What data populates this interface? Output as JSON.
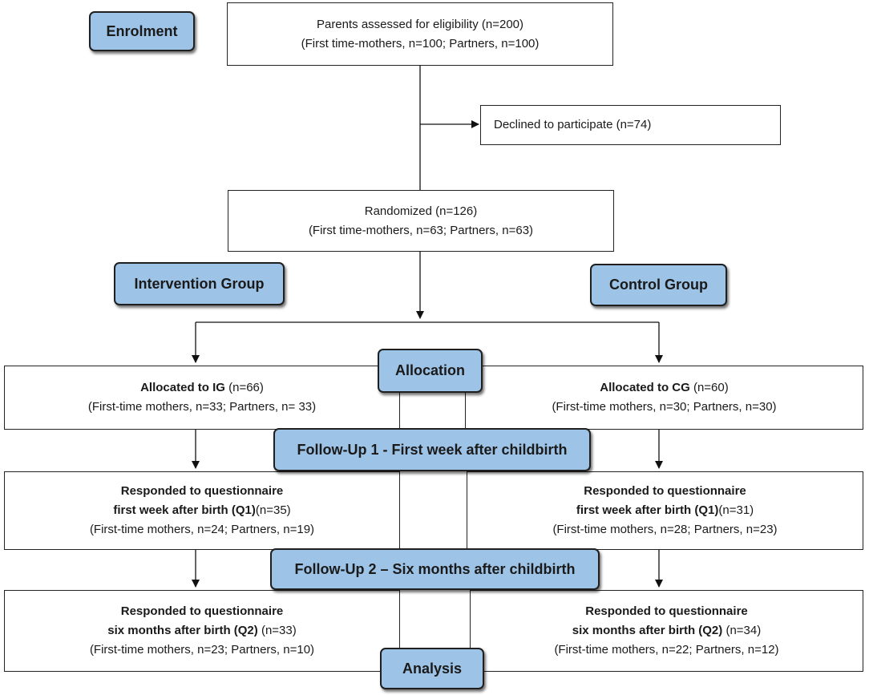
{
  "tags": {
    "enrolment": "Enrolment",
    "intervention": "Intervention Group",
    "control": "Control Group",
    "allocation": "Allocation",
    "followup1": "Follow-Up 1 - First week after childbirth",
    "followup2": "Follow-Up 2 – Six months after childbirth",
    "analysis": "Analysis"
  },
  "boxes": {
    "eligibility": {
      "line1": "Parents assessed for eligibility (n=200)",
      "line2": "(First time-mothers, n=100; Partners, n=100)"
    },
    "declined": {
      "line1": "Declined to participate (n=74)"
    },
    "randomized": {
      "line1": "Randomized (n=126)",
      "line2": "(First time-mothers, n=63; Partners, n=63)"
    },
    "allocated_ig": {
      "bold": "Allocated to IG",
      "count": " (n=66)",
      "line2": "(First-time mothers, n=33; Partners, n= 33)"
    },
    "allocated_cg": {
      "bold": "Allocated to CG",
      "count": " (n=60)",
      "line2": "(First-time mothers, n=30; Partners, n=30)"
    },
    "q1_ig": {
      "line1": "Responded to questionnaire",
      "line2_bold": "first week after birth (Q1)",
      "line2_count": "(n=35)",
      "line3": "(First-time mothers, n=24; Partners, n=19)"
    },
    "q1_cg": {
      "line1": "Responded to questionnaire",
      "line2_bold": "first week after birth (Q1)",
      "line2_count": "(n=31)",
      "line3": "(First-time mothers, n=28; Partners, n=23)"
    },
    "q2_ig": {
      "line1": "Responded to questionnaire",
      "line2_bold": "six months after birth (Q2)",
      "line2_count": " (n=33)",
      "line3": "(First-time mothers, n=23; Partners, n=10)"
    },
    "q2_cg": {
      "line1": "Responded to questionnaire",
      "line2_bold": "six months after birth (Q2)",
      "line2_count": " (n=34)",
      "line3": "(First-time mothers, n=22; Partners, n=12)"
    }
  }
}
